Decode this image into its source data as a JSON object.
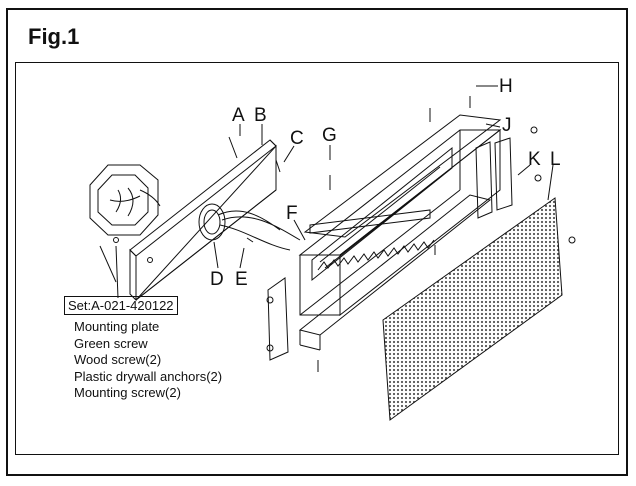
{
  "title": "Fig.1",
  "labels": {
    "A": "A",
    "B": "B",
    "C": "C",
    "D": "D",
    "E": "E",
    "F": "F",
    "G": "G",
    "H": "H",
    "J": "J",
    "K": "K",
    "L": "L"
  },
  "set": {
    "code": "Set:A-021-420122",
    "items": [
      "Mounting plate",
      "Green screw",
      "Wood screw(2)",
      "Plastic drywall anchors(2)",
      "Mounting screw(2)"
    ]
  },
  "colors": {
    "line": "#111111",
    "grille": "#555555"
  }
}
